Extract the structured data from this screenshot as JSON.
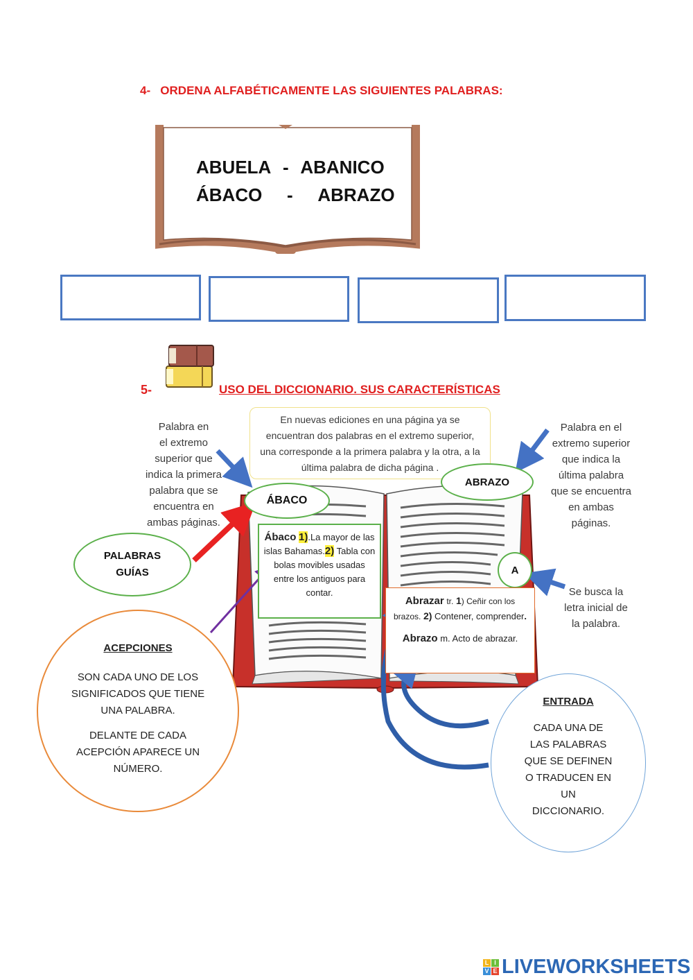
{
  "section4": {
    "number": "4-",
    "title": "ORDENA ALFABÉTICAMENTE LAS SIGUIENTES PALABRAS:",
    "words_row1": {
      "w1": "ABUELA",
      "sep": "-",
      "w2": "ABANICO"
    },
    "words_row2": {
      "w1": "ÁBACO",
      "sep": "-",
      "w2": "ABRAZO"
    },
    "answer_boxes": [
      "",
      "",
      "",
      ""
    ]
  },
  "section5": {
    "number": "5-",
    "title": "USO DEL DICCIONARIO. SUS CARACTERÍSTICAS",
    "top_note": [
      "En nuevas ediciones en una página ya se",
      "encuentran dos palabras en el extremo superior,",
      "una corresponde a  la primera palabra y la otra, a la",
      "última palabra de dicha página ."
    ],
    "left_note": [
      "Palabra en",
      "el extremo",
      "superior que",
      "indica la primera",
      "palabra que se",
      "encuentra en",
      "ambas páginas."
    ],
    "right_note": [
      "Palabra en el",
      "extremo superior",
      "que indica la",
      "última palabra",
      "que se encuentra",
      "en ambas",
      "páginas."
    ],
    "letter_note": [
      "Se busca la",
      "letra inicial de",
      "la palabra."
    ],
    "guide_left": "ÁBACO",
    "guide_right": "ABRAZO",
    "letter": "A",
    "palabras_guias": [
      "PALABRAS",
      "GUÍAS"
    ],
    "abaco_entry": {
      "word": "Ábaco",
      "n1": "1)",
      "def1": ".La mayor de las islas Bahamas.",
      "n2": "2)",
      "def2": "Tabla con bolas movibles usadas entre los antiguos para contar."
    },
    "abrazar_entry": {
      "word1": "Abrazar",
      "abbr1": "tr.",
      "n1": "1",
      "def1a": ") Ceñir con los brazos.",
      "n2": "2)",
      "def1b": "Contener, comprender",
      "dot": ".",
      "word2": "Abrazo",
      "def2": "m. Acto de abrazar."
    },
    "acepciones": {
      "title": "ACEPCIONES",
      "p1": "SON CADA UNO DE LOS SIGNIFICADOS QUE TIENE UNA PALABRA.",
      "p2": "DELANTE DE CADA ACEPCIÓN APARECE UN NÚMERO."
    },
    "entrada": {
      "title": "ENTRADA",
      "lines": [
        "CADA UNA DE",
        "LAS PALABRAS",
        "QUE SE DEFINEN",
        "O TRADUCEN EN",
        "UN",
        "DICCIONARIO."
      ]
    }
  },
  "footer": {
    "brand": "LIVEWORKSHEETS",
    "badge": "LIVE"
  },
  "colors": {
    "red": "#e01f1f",
    "blue_box": "#4a78c2",
    "green": "#5bb04a",
    "orange": "#e98a3a",
    "light_blue": "#6fa3d8",
    "book_brown": "#b57a5d"
  }
}
